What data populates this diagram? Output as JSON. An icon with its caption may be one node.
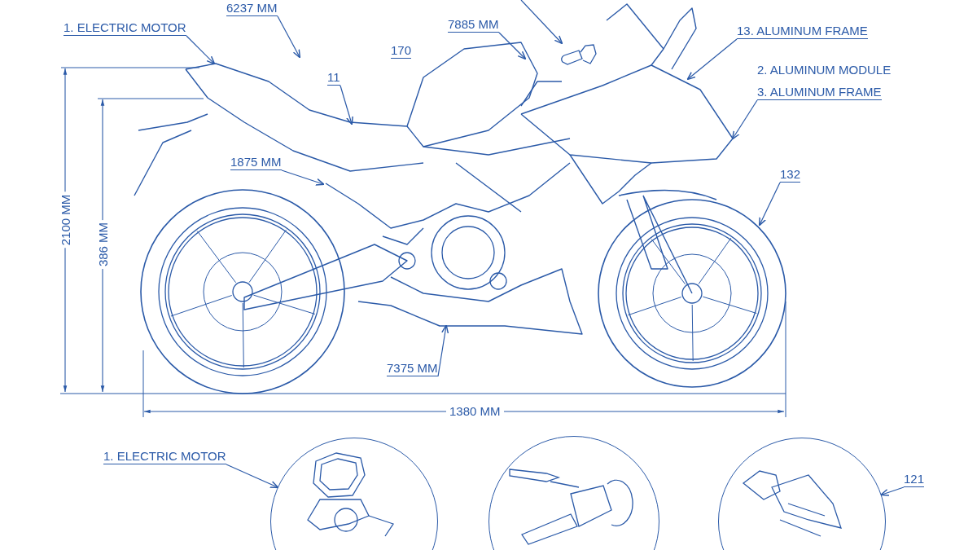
{
  "diagram": {
    "nodes": [
      {
        "text": [
          "1. ELECTRIC MOTOR"
        ]
      },
      {
        "text": [
          "6237 MM"
        ]
      },
      {
        "text": [
          "7885 MM"
        ]
      },
      {
        "text": [
          "11"
        ]
      },
      {
        "text": [
          "13. ALUMINUM FRAME"
        ]
      },
      {
        "text": [
          "3. ALUMINUM FRAME"
        ]
      },
      {
        "text": [
          "1875 MM"
        ]
      },
      {
        "text": [
          "132"
        ]
      },
      {
        "text": [
          "7375 MM"
        ]
      },
      {
        "text": [
          "1. ELECTRIC MOTOR"
        ]
      },
      {
        "text": [],
        "shape": "circle"
      },
      {
        "text": [],
        "shape": "circle"
      },
      {
        "text": [
          "121"
        ]
      },
      {
        "text": [],
        "shape": "circle"
      },
      {
        "text": [],
        "shape": "picture"
      }
    ],
    "edges": [
      {
        "from": 0,
        "to": null,
        "arrow": "to"
      },
      {
        "from": 1,
        "to": null,
        "arrow": "to"
      },
      {
        "from": null,
        "to": 14,
        "arrow": "to"
      },
      {
        "from": 2,
        "to": null,
        "arrow": "to"
      },
      {
        "from": 3,
        "to": null,
        "arrow": "to"
      },
      {
        "from": 4,
        "to": null,
        "arrow": "to"
      },
      {
        "from": 5,
        "to": null,
        "arrow": "to"
      },
      {
        "from": 6,
        "to": null,
        "arrow": "to"
      },
      {
        "from": 7,
        "to": null,
        "arrow": "to"
      },
      {
        "from": 8,
        "to": null,
        "arrow": "to"
      },
      {
        "from": 9,
        "to": 10,
        "arrow": "to"
      },
      {
        "from": 12,
        "to": 13,
        "arrow": "to"
      }
    ],
    "labels": [
      "170",
      "2. ALUMINUM MODULE",
      "2100 MM",
      "386 MM",
      "1380 MM"
    ]
  }
}
